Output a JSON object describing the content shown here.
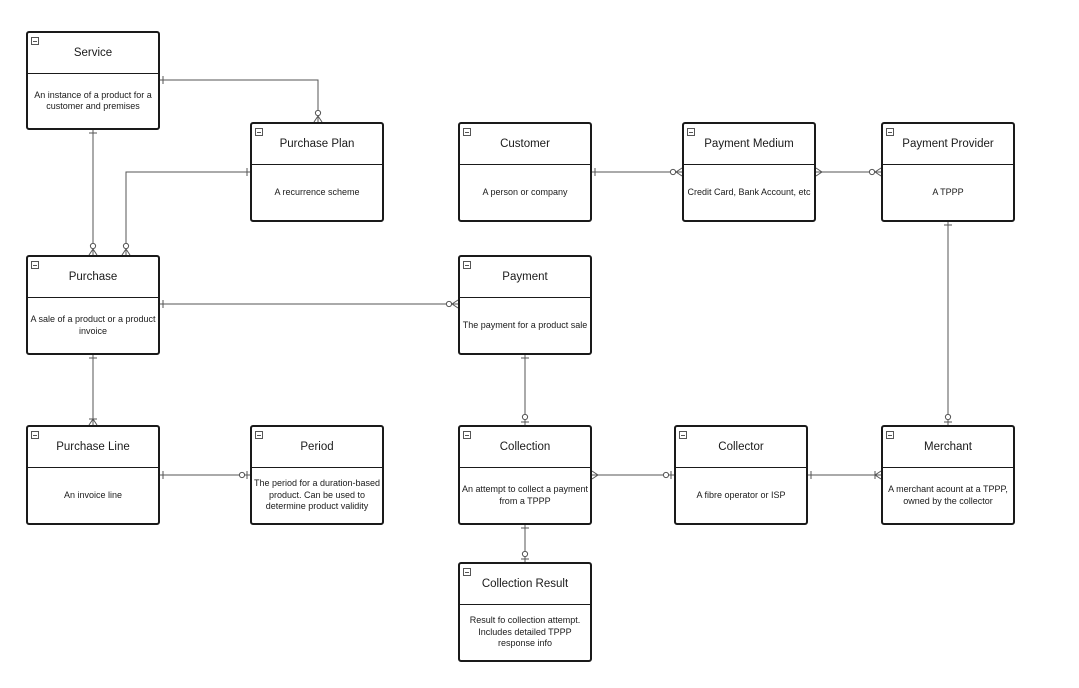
{
  "entities": [
    {
      "id": "service",
      "title": "Service",
      "desc": "An instance of a product for a customer and premises"
    },
    {
      "id": "purchase_plan",
      "title": "Purchase Plan",
      "desc": "A recurrence scheme"
    },
    {
      "id": "customer",
      "title": "Customer",
      "desc": "A person or company"
    },
    {
      "id": "payment_medium",
      "title": "Payment Medium",
      "desc": "Credit Card, Bank Account, etc"
    },
    {
      "id": "payment_provider",
      "title": "Payment Provider",
      "desc": "A TPPP"
    },
    {
      "id": "purchase",
      "title": "Purchase",
      "desc": "A sale of a product or a product invoice"
    },
    {
      "id": "payment",
      "title": "Payment",
      "desc": "The payment for a product sale"
    },
    {
      "id": "purchase_line",
      "title": "Purchase Line",
      "desc": "An invoice line"
    },
    {
      "id": "period",
      "title": "Period",
      "desc": "The period for a duration-based product. Can be used to determine product validity"
    },
    {
      "id": "collection",
      "title": "Collection",
      "desc": "An attempt to collect a payment from a TPPP"
    },
    {
      "id": "collector",
      "title": "Collector",
      "desc": "A fibre operator or ISP"
    },
    {
      "id": "merchant",
      "title": "Merchant",
      "desc": "A merchant acount at a TPPP, owned by the collector"
    },
    {
      "id": "collection_result",
      "title": "Collection Result",
      "desc": "Result fo collection attempt. Includes detailed TPPP response info"
    }
  ],
  "relationships": [
    {
      "from": "service",
      "to": "purchase_plan",
      "from_end": "one",
      "to_end": "zero-or-many"
    },
    {
      "from": "service",
      "to": "purchase",
      "from_end": "one",
      "to_end": "zero-or-many"
    },
    {
      "from": "purchase_plan",
      "to": "purchase",
      "from_end": "one",
      "to_end": "zero-or-many"
    },
    {
      "from": "customer",
      "to": "payment_medium",
      "from_end": "one",
      "to_end": "zero-or-many"
    },
    {
      "from": "payment_medium",
      "to": "payment_provider",
      "from_end": "many",
      "to_end": "zero-or-many"
    },
    {
      "from": "purchase",
      "to": "payment",
      "from_end": "one",
      "to_end": "zero-or-many"
    },
    {
      "from": "purchase",
      "to": "purchase_line",
      "from_end": "one",
      "to_end": "one-or-many"
    },
    {
      "from": "purchase_line",
      "to": "period",
      "from_end": "one",
      "to_end": "zero-or-one"
    },
    {
      "from": "payment",
      "to": "collection",
      "from_end": "one",
      "to_end": "zero-or-one"
    },
    {
      "from": "collection",
      "to": "collector",
      "from_end": "many",
      "to_end": "zero-or-one"
    },
    {
      "from": "collector",
      "to": "merchant",
      "from_end": "one",
      "to_end": "one-or-many"
    },
    {
      "from": "payment_provider",
      "to": "merchant",
      "from_end": "one",
      "to_end": "zero-or-one"
    },
    {
      "from": "collection",
      "to": "collection_result",
      "from_end": "one",
      "to_end": "zero-or-one"
    }
  ]
}
